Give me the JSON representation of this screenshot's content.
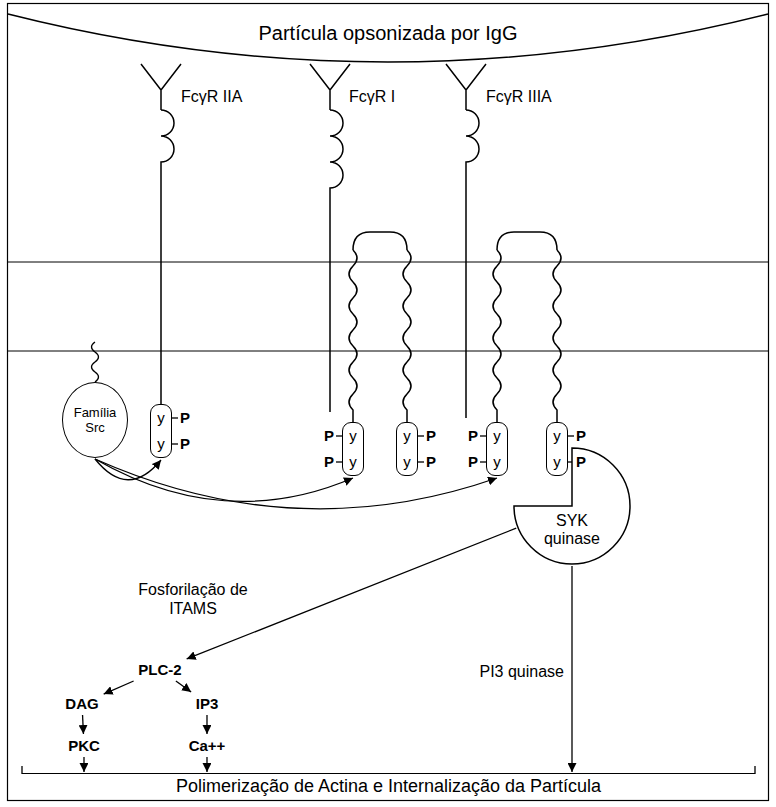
{
  "diagram": {
    "nodes": [
      {
        "text": [
          "Partícula opsonizada por IgG"
        ]
      },
      {
        "text": [
          "Família Src"
        ]
      },
      {
        "text": [
          "y",
          "y"
        ]
      },
      {
        "text": [
          "y",
          "y"
        ]
      },
      {
        "text": [
          "y",
          "y"
        ]
      },
      {
        "text": [
          "y",
          "y"
        ]
      },
      {
        "text": [
          "y",
          "y"
        ]
      },
      {
        "text": [
          "SYK quinase"
        ]
      },
      {
        "text": [
          "PLC-2"
        ]
      },
      {
        "text": [
          "DAG"
        ]
      },
      {
        "text": [
          "IP3"
        ]
      },
      {
        "text": [
          "PKC"
        ]
      },
      {
        "text": [
          "Ca++"
        ]
      },
      {
        "text": [
          "Polimerização de Actina e Internalização da Partícula"
        ]
      }
    ],
    "edges": [
      {
        "from": 1,
        "to": 2,
        "arrow": "to"
      },
      {
        "from": 1,
        "to": 3,
        "arrow": "to"
      },
      {
        "from": 1,
        "to": 5,
        "arrow": "to"
      },
      {
        "from": 7,
        "to": 8,
        "label": "Fosforilação de ITAMS",
        "arrow": "to"
      },
      {
        "from": 8,
        "to": 9,
        "arrow": "to"
      },
      {
        "from": 8,
        "to": 10,
        "arrow": "to"
      },
      {
        "from": 9,
        "to": 11,
        "arrow": "to"
      },
      {
        "from": 10,
        "to": 12,
        "arrow": "to"
      },
      {
        "from": 11,
        "to": 13,
        "arrow": "to"
      },
      {
        "from": 12,
        "to": 13,
        "arrow": "to"
      },
      {
        "from": 7,
        "to": 13,
        "label": "PI3 quinase",
        "arrow": "to"
      }
    ],
    "labels": [
      "FcγR IIA",
      "FcγR I",
      "FcγR IIIA",
      "P",
      "P",
      "P",
      "P",
      "P",
      "P",
      "P",
      "P",
      "P",
      "P"
    ]
  }
}
